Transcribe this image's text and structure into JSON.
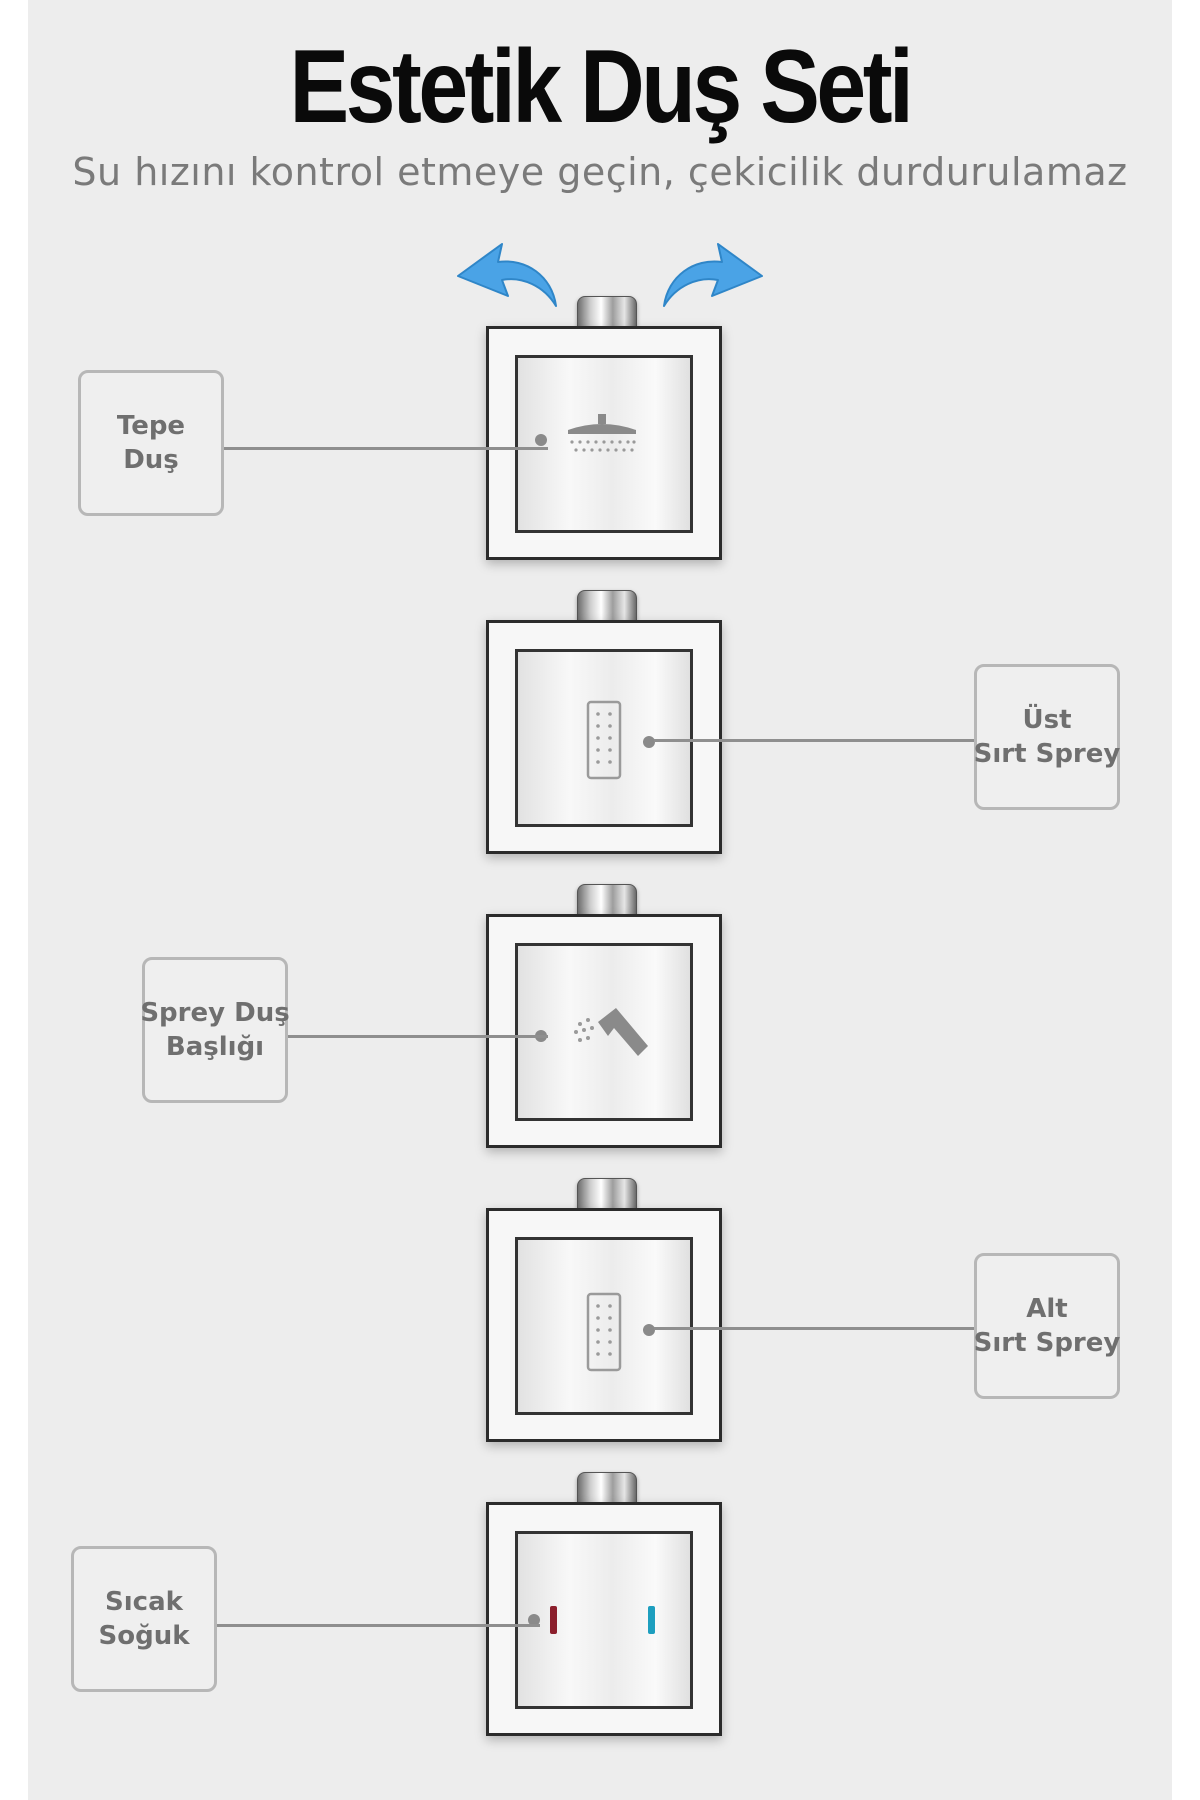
{
  "title": "Estetik Duş Seti",
  "subtitle": "Su hızını kontrol etmeye geçin, çekicilik durdurulamaz",
  "colors": {
    "arrow": "#4aa3e6",
    "hot_marker": "#8b1e2c",
    "cold_marker": "#1e9fbf",
    "label_text": "#6f6f6f",
    "label_border": "#b7b7b7"
  },
  "controls": [
    {
      "id": "tepe-dus",
      "icon": "rain-shower-head-icon",
      "label": [
        "Tepe",
        "Duş"
      ]
    },
    {
      "id": "ust-sirt-sprey",
      "icon": "body-jet-icon",
      "label": [
        "Üst",
        "Sırt Sprey"
      ]
    },
    {
      "id": "sprey-dus-basligi",
      "icon": "hand-shower-icon",
      "label": [
        "Sprey Duş",
        "Başlığı"
      ]
    },
    {
      "id": "alt-sirt-sprey",
      "icon": "body-jet-icon",
      "label": [
        "Alt",
        "Sırt Sprey"
      ]
    },
    {
      "id": "sicak-soguk",
      "icon": "temperature-markers-icon",
      "label": [
        "Sıcak",
        "Soğuk"
      ]
    }
  ]
}
